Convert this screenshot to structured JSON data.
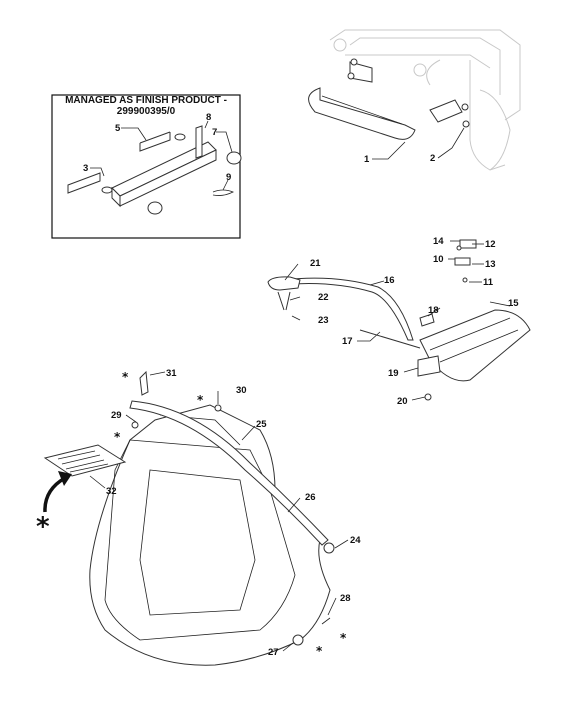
{
  "inset": {
    "title": "MANAGED AS FINISH PRODUCT - 299900395/0"
  },
  "labels": {
    "p1": "1",
    "p2": "2",
    "p3": "3",
    "p5": "5",
    "p7": "7",
    "p8": "8",
    "p9": "9",
    "p10": "10",
    "p11": "11",
    "p12": "12",
    "p13": "13",
    "p14": "14",
    "p15": "15",
    "p16": "16",
    "p17": "17",
    "p18": "18",
    "p19": "19",
    "p20": "20",
    "p21": "21",
    "p22": "22",
    "p23": "23",
    "p24": "24",
    "p25": "25",
    "p26": "26",
    "p27": "27",
    "p28": "28",
    "p29": "29",
    "p30": "30",
    "p31": "31",
    "p32": "32"
  },
  "asterisk": "*"
}
